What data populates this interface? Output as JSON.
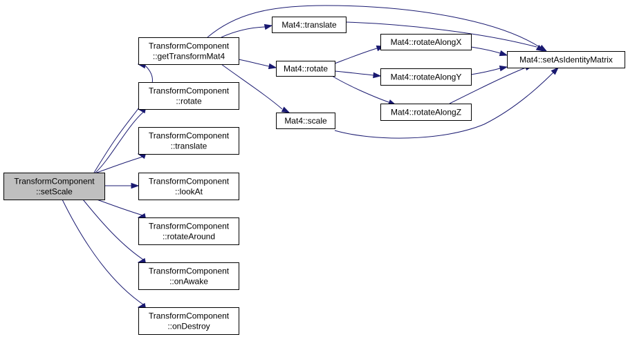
{
  "graph": {
    "nodes": [
      {
        "id": "setScale",
        "lines": [
          "TransformComponent",
          "::setScale"
        ],
        "root": true
      },
      {
        "id": "getTransformMat4",
        "lines": [
          "TransformComponent",
          "::getTransformMat4"
        ]
      },
      {
        "id": "rotate",
        "lines": [
          "TransformComponent",
          "::rotate"
        ]
      },
      {
        "id": "translate",
        "lines": [
          "TransformComponent",
          "::translate"
        ]
      },
      {
        "id": "lookAt",
        "lines": [
          "TransformComponent",
          "::lookAt"
        ]
      },
      {
        "id": "rotateAround",
        "lines": [
          "TransformComponent",
          "::rotateAround"
        ]
      },
      {
        "id": "onAwake",
        "lines": [
          "TransformComponent",
          "::onAwake"
        ]
      },
      {
        "id": "onDestroy",
        "lines": [
          "TransformComponent",
          "::onDestroy"
        ]
      },
      {
        "id": "mat4Translate",
        "lines": [
          "Mat4::translate"
        ]
      },
      {
        "id": "mat4Rotate",
        "lines": [
          "Mat4::rotate"
        ]
      },
      {
        "id": "mat4Scale",
        "lines": [
          "Mat4::scale"
        ]
      },
      {
        "id": "rotateAlongX",
        "lines": [
          "Mat4::rotateAlongX"
        ]
      },
      {
        "id": "rotateAlongY",
        "lines": [
          "Mat4::rotateAlongY"
        ]
      },
      {
        "id": "rotateAlongZ",
        "lines": [
          "Mat4::rotateAlongZ"
        ]
      },
      {
        "id": "setAsIdentityMatrix",
        "lines": [
          "Mat4::setAsIdentityMatrix"
        ]
      }
    ],
    "edges": [
      {
        "from": "setScale",
        "to": "getTransformMat4"
      },
      {
        "from": "setScale",
        "to": "rotate"
      },
      {
        "from": "setScale",
        "to": "translate"
      },
      {
        "from": "setScale",
        "to": "lookAt"
      },
      {
        "from": "setScale",
        "to": "rotateAround"
      },
      {
        "from": "setScale",
        "to": "onAwake"
      },
      {
        "from": "setScale",
        "to": "onDestroy"
      },
      {
        "from": "getTransformMat4",
        "to": "mat4Translate"
      },
      {
        "from": "getTransformMat4",
        "to": "mat4Rotate"
      },
      {
        "from": "getTransformMat4",
        "to": "mat4Scale"
      },
      {
        "from": "getTransformMat4",
        "to": "setAsIdentityMatrix"
      },
      {
        "from": "mat4Translate",
        "to": "setAsIdentityMatrix"
      },
      {
        "from": "mat4Rotate",
        "to": "rotateAlongX"
      },
      {
        "from": "mat4Rotate",
        "to": "rotateAlongY"
      },
      {
        "from": "mat4Rotate",
        "to": "rotateAlongZ"
      },
      {
        "from": "rotateAlongX",
        "to": "setAsIdentityMatrix"
      },
      {
        "from": "rotateAlongY",
        "to": "setAsIdentityMatrix"
      },
      {
        "from": "rotateAlongZ",
        "to": "setAsIdentityMatrix"
      },
      {
        "from": "mat4Scale",
        "to": "setAsIdentityMatrix"
      }
    ],
    "colors": {
      "edge": "#191970",
      "root_fill": "#bfbfbf",
      "node_fill": "#ffffff",
      "border": "#000000"
    }
  }
}
